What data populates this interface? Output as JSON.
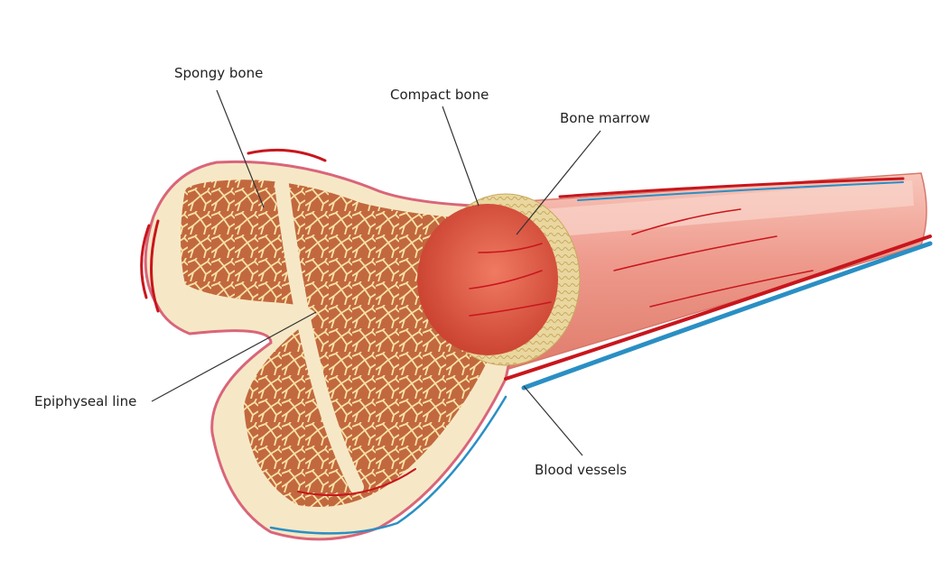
{
  "labels": {
    "spongy_bone": "Spongy bone",
    "compact_bone": "Compact bone",
    "bone_marrow": "Bone marrow",
    "epiphyseal_line": "Epiphyseal line",
    "blood_vessels": "Blood vessels"
  },
  "colors": {
    "shaft": "#ee9a8c",
    "shaft_highlight": "#f8c6bb",
    "cartilage": "#f6e8c6",
    "cartilage_edge": "#d9657a",
    "spongy_bg": "#c2683f",
    "trabeculae": "#f7e2a6",
    "compact_ring": "#e9d79f",
    "marrow": "#d9503f",
    "artery": "#c8161d",
    "vein": "#2a8fc4",
    "leader": "#333333"
  }
}
